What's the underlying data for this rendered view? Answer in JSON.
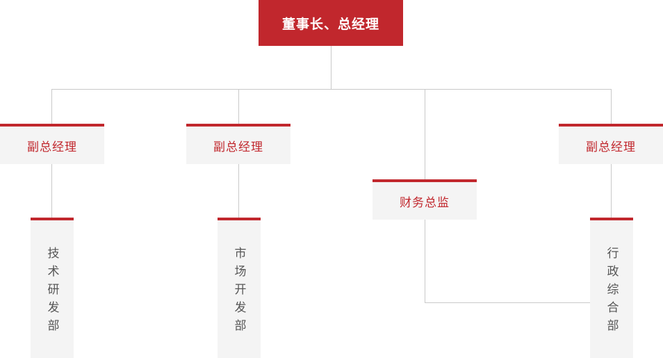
{
  "chart": {
    "title_node": {
      "label": "董事长、总经理"
    },
    "level2": [
      {
        "id": "vp-tech",
        "label": "副总经理"
      },
      {
        "id": "vp-market",
        "label": "副总经理"
      },
      {
        "id": "cfo",
        "label": "财务总监"
      },
      {
        "id": "vp-admin",
        "label": "副总经理"
      }
    ],
    "departments": [
      {
        "id": "dept-rd",
        "label": "技术研发部"
      },
      {
        "id": "dept-market",
        "label": "市场开发部"
      },
      {
        "id": "dept-admin",
        "label": "行政综合部"
      }
    ],
    "colors": {
      "brand_red": "#c1272d",
      "box_gray": "#f4f4f4",
      "line_gray": "#c9c9c9",
      "dept_text": "#555555",
      "root_text": "#ffffff"
    }
  }
}
